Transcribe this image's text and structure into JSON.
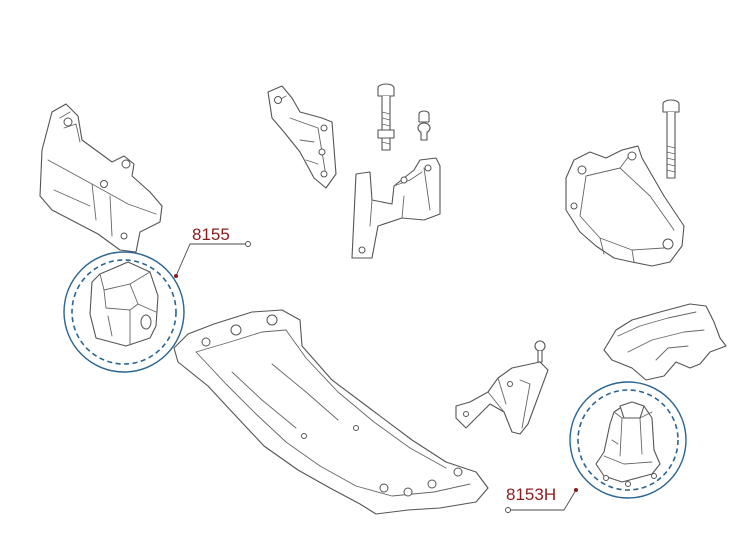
{
  "callouts": [
    {
      "id": "engine-mount-left",
      "label": "8155"
    },
    {
      "id": "transmission-mount",
      "label": "8153H"
    }
  ],
  "colors": {
    "label": "#8b1c1c",
    "callout_ring": "#2a6491",
    "part_outline": "#555555",
    "background": "#ffffff"
  },
  "parts": [
    "upper-left-mount-bracket",
    "center-bracket",
    "bolt",
    "small-bolt",
    "support-bracket",
    "right-mount-bracket",
    "long-bolt",
    "heat-shield",
    "small-bracket",
    "crossmember",
    "rubber-mount-bushing",
    "transmission-mount-body"
  ]
}
